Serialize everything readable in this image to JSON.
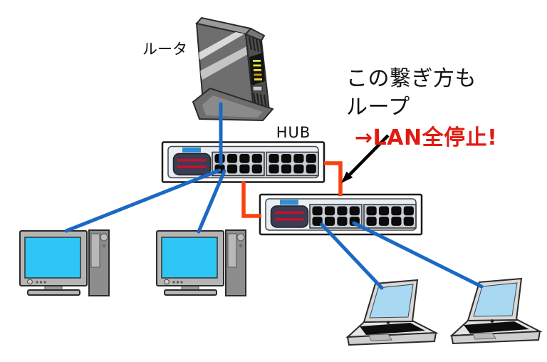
{
  "labels": {
    "router": "ルータ",
    "hub": "HUB"
  },
  "annotation": {
    "line1": "この繋ぎ方も",
    "line2": "ループ",
    "warning": "→LAN全停止!"
  },
  "colors": {
    "cable_blue": "#1b69c2",
    "loop_orange": "#f8430f",
    "warning_red": "#e21b12",
    "hub_led_red": "#c8102e",
    "hub_tab_blue": "#2f8fd6",
    "desktop_screen": "#2ec6f5",
    "laptop_screen": "#a8d8f2",
    "router_led_yellow": "#e8e332",
    "router_led_orange": "#e0921f",
    "arrow_black": "#000000"
  },
  "diagram": {
    "nodes": [
      "router",
      "hub-1",
      "hub-2",
      "desktop-pc-1",
      "desktop-pc-2",
      "laptop-1",
      "laptop-2"
    ],
    "edges": [
      {
        "from": "router",
        "to": "hub-1",
        "cable": "blue"
      },
      {
        "from": "hub-1",
        "to": "desktop-pc-1",
        "cable": "blue"
      },
      {
        "from": "hub-1",
        "to": "desktop-pc-2",
        "cable": "blue"
      },
      {
        "from": "hub-1",
        "to": "hub-2",
        "cable": "orange",
        "note": "loop cable 1"
      },
      {
        "from": "hub-1",
        "to": "hub-2",
        "cable": "orange",
        "note": "loop cable 2"
      },
      {
        "from": "hub-2",
        "to": "laptop-1",
        "cable": "blue"
      },
      {
        "from": "hub-2",
        "to": "laptop-2",
        "cable": "blue"
      }
    ]
  }
}
